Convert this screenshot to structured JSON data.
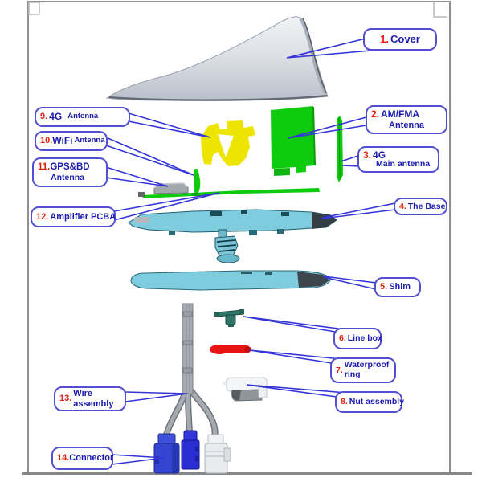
{
  "diagram_title": "antenna exploded view",
  "labels": [
    {
      "number": "1.",
      "text": "Cover"
    },
    {
      "number": "2.",
      "text": "AM/FMA",
      "text2": "Antenna"
    },
    {
      "number": "3.",
      "text": "4G",
      "text2": "Main antenna"
    },
    {
      "number": "4.",
      "text": "The Base"
    },
    {
      "number": "5.",
      "text": "Shim"
    },
    {
      "number": "6.",
      "text": "Line box"
    },
    {
      "number": "7.",
      "text": "Waterproof",
      "text2": "ring"
    },
    {
      "number": "8.",
      "text": "Nut assembly"
    },
    {
      "number": "9.",
      "text": "4G",
      "text2": "Antenna"
    },
    {
      "number": "10.",
      "text": "WiFi",
      "text2": "Antenna"
    },
    {
      "number": "11.",
      "text": "GPS&BD",
      "text2": "Antenna"
    },
    {
      "number": "12.",
      "text": "Amplifier PCBA"
    },
    {
      "number": "13.",
      "text": "Wire",
      "text2": "assembly"
    },
    {
      "number": "14.",
      "text": "Connector"
    }
  ],
  "colors": {
    "number_red": "#e02414",
    "text_navy": "#1b1bb0",
    "bubble_border": "#524fd0",
    "leader_blue": "#3434d8",
    "part_green": "#0ecb0e",
    "part_yellow": "#ede500",
    "part_cyan": "#7fccdf",
    "part_red": "#e81313",
    "part_teal": "#2f7568",
    "connector_blue": "#3445d2",
    "connector_royal": "#2a2ed2",
    "connector_white": "#eaebee",
    "wire_gray": "#a6aab1",
    "cover_gray": "#d5d9e0",
    "canvas_border": "#8e9094"
  }
}
